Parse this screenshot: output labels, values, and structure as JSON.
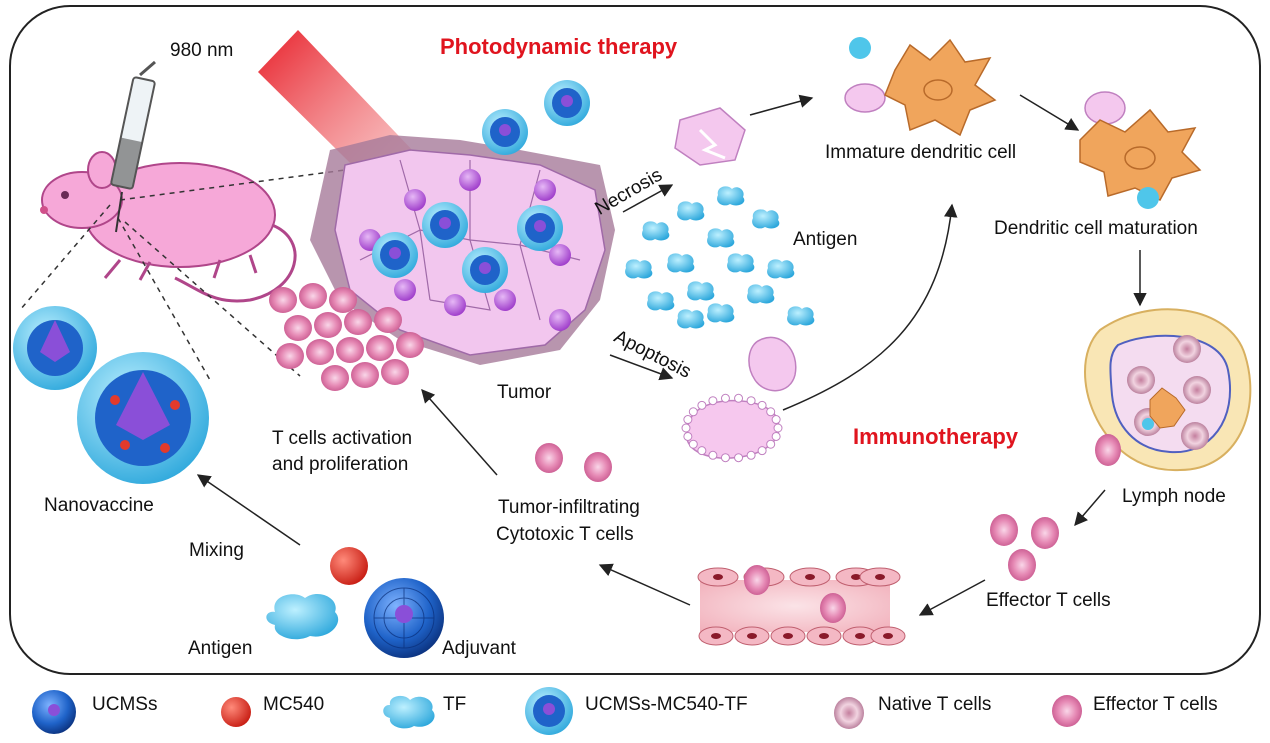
{
  "labels": {
    "laser": "980 nm",
    "pdt": "Photodynamic therapy",
    "immuno": "Immunotherapy",
    "necrosis": "Necrosis",
    "apoptosis": "Apoptosis",
    "antigen_mid": "Antigen",
    "immature_dc": "Immature dendritic cell",
    "dc_maturation": "Dendritic cell maturation",
    "lymph_node": "Lymph node",
    "effector": "Effector T cells",
    "til_line1": "Tumor-infiltrating",
    "til_line2": "Cytotoxic T cells",
    "tcell_line1": "T cells activation",
    "tcell_line2": "and proliferation",
    "tumor": "Tumor",
    "nanovaccine": "Nanovaccine",
    "mixing": "Mixing",
    "antigen_bottom": "Antigen",
    "adjuvant": "Adjuvant"
  },
  "legend": [
    {
      "icon": "ucmss-icon",
      "label": "UCMSs"
    },
    {
      "icon": "mc540-icon",
      "label": "MC540"
    },
    {
      "icon": "tf-icon",
      "label": "TF"
    },
    {
      "icon": "ucmss-mc540-tf-icon",
      "label": "UCMSs-MC540-TF"
    },
    {
      "icon": "native-t-cell-icon",
      "label": "Native T cells"
    },
    {
      "icon": "effector-t-cell-icon",
      "label": "Effector T cells"
    }
  ],
  "colors": {
    "laser": "#e8202a",
    "title_red": "#e0141e",
    "tumor_cell": "#f2c6ee",
    "nucleus": "#b450d8",
    "ucmss_blue": "#1f63c9",
    "tf_cyan": "#4fc6ea",
    "mc540": "#e23a2c",
    "dendritic": "#f0a55c",
    "t_cell": "#e27aa6",
    "mouse": "#f6a8d8"
  }
}
